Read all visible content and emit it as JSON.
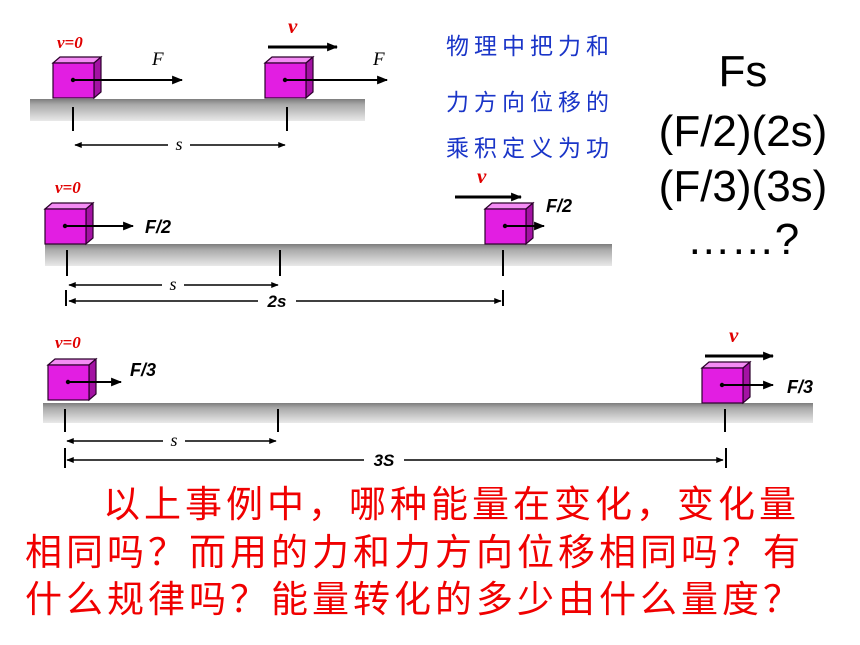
{
  "slide": {
    "diagram_1": {
      "start_velocity": "v=0",
      "end_velocity": "v",
      "force_start": "F",
      "force_end": "F",
      "distance": "s"
    },
    "diagram_2": {
      "start_velocity": "v=0",
      "end_velocity": "v",
      "force_start": "F/2",
      "force_end": "F/2",
      "distance_short": "s",
      "distance_long": "2s"
    },
    "diagram_3": {
      "start_velocity": "v=0",
      "end_velocity": "v",
      "force_start": "F/3",
      "force_end": "F/3",
      "distance_short": "s",
      "distance_long": "3S"
    },
    "definition": [
      "物理中把力和",
      "力方向位移的",
      "乘积定义为功"
    ],
    "formulas": [
      "Fs",
      "(F/2)(2s)",
      "(F/3)(3s)",
      "……?"
    ],
    "question": [
      "以上事例中，哪种能量在变化，变化量",
      "相同吗？而用的力和力方向位移相同吗？有",
      "什么规律吗？能量转化的多少由什么量度？"
    ]
  },
  "colors": {
    "velocity_label": "#e00000",
    "block": "#e21ee2",
    "ground": "#b0b0b0",
    "definition_text": "#1a35c8",
    "question_text": "#f00000"
  }
}
